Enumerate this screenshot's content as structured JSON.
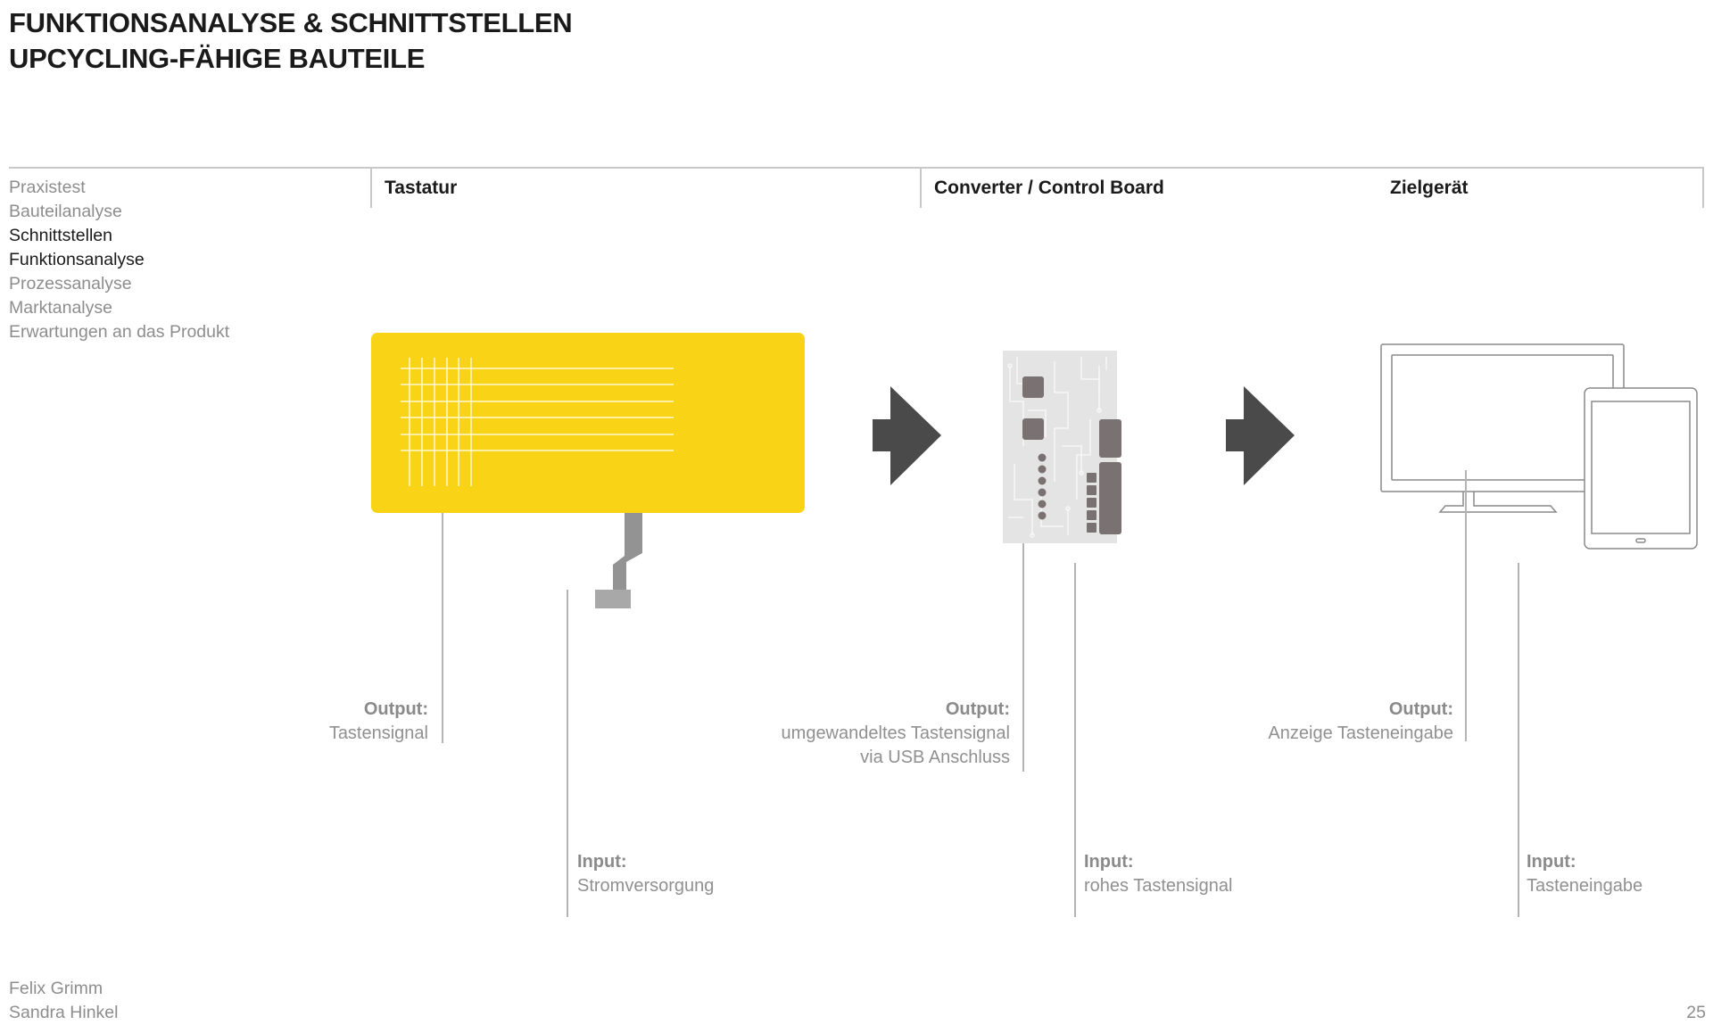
{
  "title": {
    "line1": "FUNKTIONSANALYSE & SCHNITTSTELLEN",
    "line2": "UPCYCLING-FÄHIGE BAUTEILE"
  },
  "sidebar": {
    "items": [
      {
        "label": "Praxistest",
        "active": false
      },
      {
        "label": "Bauteilanalyse",
        "active": false
      },
      {
        "label": "Schnittstellen",
        "active": true
      },
      {
        "label": "Funktionsanalyse",
        "active": true
      },
      {
        "label": "Prozessanalyse",
        "active": false
      },
      {
        "label": "Marktanalyse",
        "active": false
      },
      {
        "label": "Erwartungen an das Produkt",
        "active": false
      }
    ]
  },
  "columns": [
    {
      "header": "Tastatur"
    },
    {
      "header": "Converter / Control Board"
    },
    {
      "header": "Zielgerät"
    }
  ],
  "labels": {
    "keyboard_output": {
      "title": "Output:",
      "lines": [
        "Tastensignal"
      ]
    },
    "keyboard_input": {
      "title": "Input:",
      "lines": [
        "Stromversorgung"
      ]
    },
    "converter_output": {
      "title": "Output:",
      "lines": [
        "umgewandeltes Tastensignal",
        "via USB Anschluss"
      ]
    },
    "converter_input": {
      "title": "Input:",
      "lines": [
        "rohes Tastensignal"
      ]
    },
    "target_output": {
      "title": "Output:",
      "lines": [
        "Anzeige Tasteneingabe"
      ]
    },
    "target_input": {
      "title": "Input:",
      "lines": [
        "Tasteneingabe"
      ]
    }
  },
  "footer": {
    "authors": [
      "Felix Grimm",
      "Sandra Hinkel"
    ],
    "page_number": "25"
  },
  "colors": {
    "accent": "#F9D416",
    "arrow": "#4a4a4a",
    "cable": "#939393",
    "chip": "#7a7272"
  }
}
